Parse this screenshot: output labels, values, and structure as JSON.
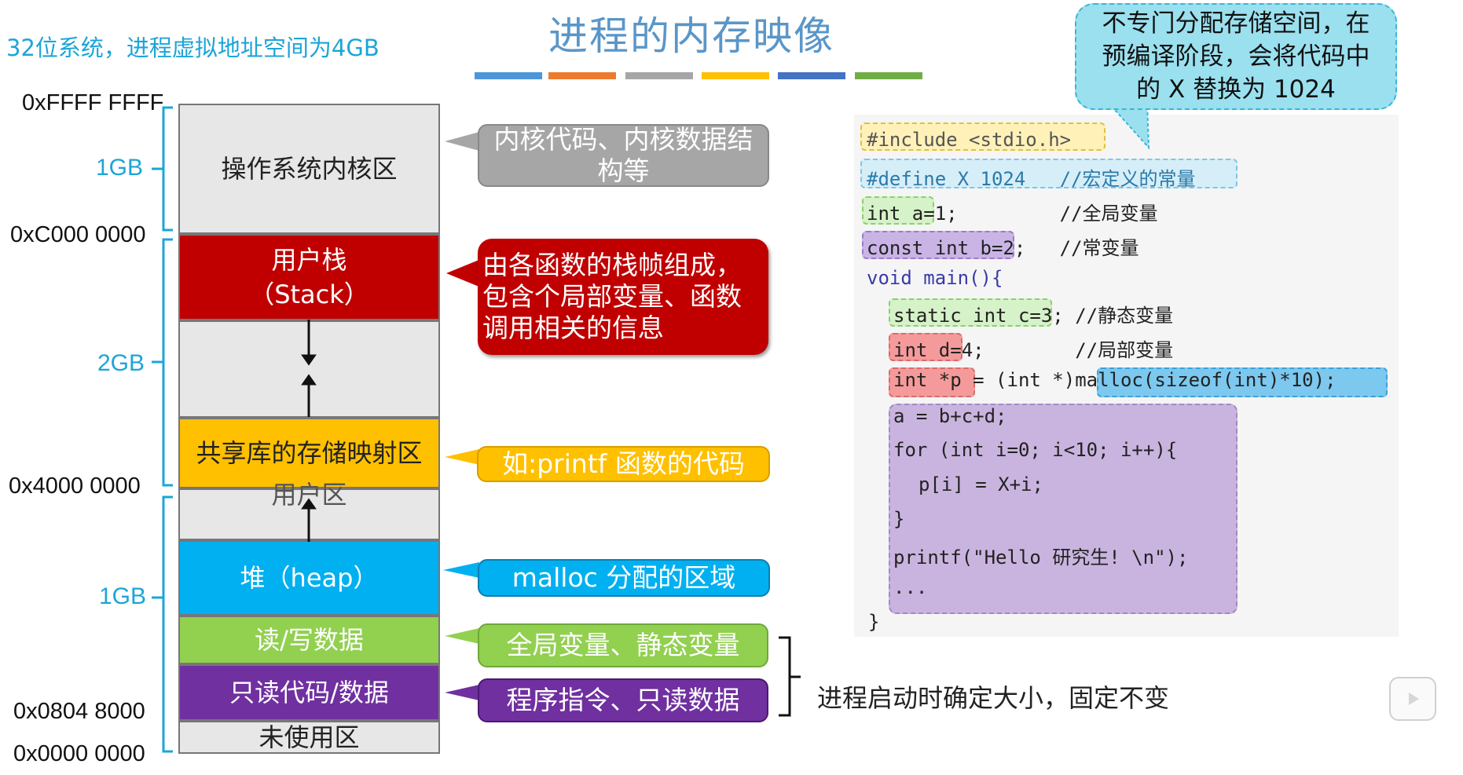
{
  "title": "进程的内存映像",
  "subtitle": "32位系统，进程虚拟地址空间为4GB",
  "color_bars": [
    "#4e95d9",
    "#ed7b2f",
    "#a6a6a6",
    "#ffc000",
    "#4472c4",
    "#70ad47"
  ],
  "addresses": {
    "a_ffff": "0xFFFF FFFF",
    "a_c000": "0xC000 0000",
    "a_4000": "0x4000 0000",
    "a_0804": "0x0804 8000",
    "a_0000": "0x0000 0000"
  },
  "sizes": {
    "kernel": "1GB",
    "middle": "2GB",
    "low": "1GB"
  },
  "segments": {
    "kernel": "操作系统内核区",
    "stack_line1": "用户栈",
    "stack_line2": "（Stack）",
    "shared_lib": "共享库的存储映射区",
    "user_area": "用户区",
    "heap": "堆（heap）",
    "rw_data": "读/写数据",
    "ro_code": "只读代码/数据",
    "unused": "未使用区"
  },
  "callouts": {
    "kernel": "内核代码、内核数据结构等",
    "stack": "由各函数的栈帧组成，包含个局部变量、函数调用相关的信息",
    "shared": "如:printf 函数的代码",
    "heap": "malloc 分配的区域",
    "rw": "全局变量、静态变量",
    "ro": "程序指令、只读数据",
    "fixed_note": "进程启动时确定大小，固定不变",
    "define_note": "不专门分配存储空间，在预编译阶段，会将代码中的 X 替换为 1024"
  },
  "code": {
    "l1": "#include <stdio.h>",
    "l2": "#define X 1024   //宏定义的常量",
    "l3": "int a=1;         //全局变量",
    "l4": "const int b=2;   //常变量",
    "l5": "void main(){",
    "l6": "static int c=3; //静态变量",
    "l7": "int d=4;        //局部变量",
    "l8": "int *p = (int *)malloc(sizeof(int)*10);",
    "l9": "a = b+c+d;",
    "l10": "for (int i=0; i<10; i++){",
    "l11": "p[i] = X+i;",
    "l12": "}",
    "l13": "printf(\"Hello 研究生! \\n\");",
    "l14": "...",
    "l15": "}"
  },
  "colors": {
    "kernel": "#e8e7e7",
    "stack": "#c00000",
    "shared": "#ffc000",
    "heap": "#00b0f0",
    "rw": "#92d050",
    "ro": "#7030a0",
    "gray_callout": "#a6a6a6",
    "accent": "#1ca5d8"
  }
}
